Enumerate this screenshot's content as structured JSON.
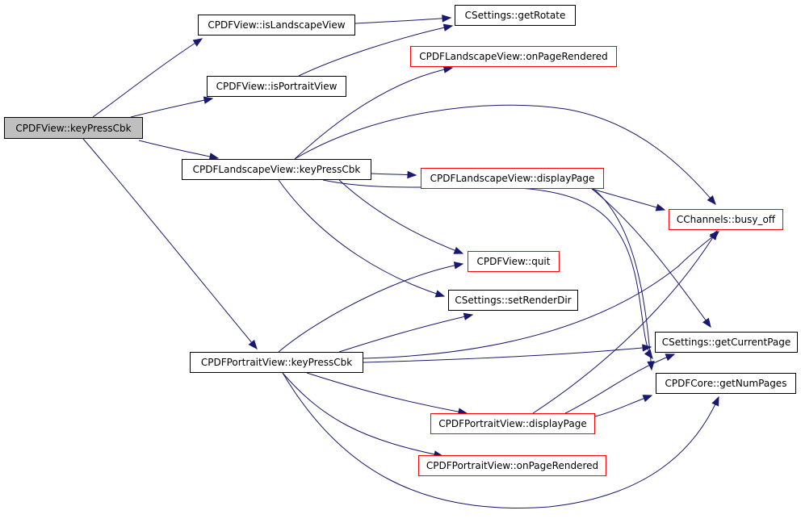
{
  "graph": {
    "colors": {
      "edge": "#191970",
      "border_default": "#000000",
      "border_undocumented": "#ff0000",
      "root_fill": "#bfbfbf"
    },
    "nodes": [
      {
        "id": "root",
        "label": "CPDFView::keyPressCbk",
        "style": "root"
      },
      {
        "id": "isLandscape",
        "label": "CPDFView::isLandscapeView",
        "style": "normal"
      },
      {
        "id": "getRotate",
        "label": "CSettings::getRotate",
        "style": "normal"
      },
      {
        "id": "lsOnPage",
        "label": "CPDFLandscapeView::onPageRendered",
        "style": "red"
      },
      {
        "id": "isPortrait",
        "label": "CPDFView::isPortraitView",
        "style": "normal"
      },
      {
        "id": "lsKey",
        "label": "CPDFLandscapeView::keyPressCbk",
        "style": "normal"
      },
      {
        "id": "lsDisplay",
        "label": "CPDFLandscapeView::displayPage",
        "style": "red"
      },
      {
        "id": "busyOff",
        "label": "CChannels::busy_off",
        "style": "red"
      },
      {
        "id": "quit",
        "label": "CPDFView::quit",
        "style": "red"
      },
      {
        "id": "setRender",
        "label": "CSettings::setRenderDir",
        "style": "normal"
      },
      {
        "id": "getCur",
        "label": "CSettings::getCurrentPage",
        "style": "normal"
      },
      {
        "id": "ptKey",
        "label": "CPDFPortraitView::keyPressCbk",
        "style": "normal"
      },
      {
        "id": "getNum",
        "label": "CPDFCore::getNumPages",
        "style": "normal"
      },
      {
        "id": "ptDisplay",
        "label": "CPDFPortraitView::displayPage",
        "style": "red"
      },
      {
        "id": "ptOnPage",
        "label": "CPDFPortraitView::onPageRendered",
        "style": "red"
      }
    ],
    "edges": [
      {
        "from": "root",
        "to": "isLandscape"
      },
      {
        "from": "root",
        "to": "isPortrait"
      },
      {
        "from": "root",
        "to": "lsKey"
      },
      {
        "from": "root",
        "to": "ptKey"
      },
      {
        "from": "isLandscape",
        "to": "getRotate"
      },
      {
        "from": "isPortrait",
        "to": "getRotate"
      },
      {
        "from": "lsKey",
        "to": "lsOnPage"
      },
      {
        "from": "lsKey",
        "to": "lsDisplay"
      },
      {
        "from": "lsKey",
        "to": "busyOff"
      },
      {
        "from": "lsKey",
        "to": "quit"
      },
      {
        "from": "lsKey",
        "to": "setRender"
      },
      {
        "from": "lsKey",
        "to": "getNum"
      },
      {
        "from": "lsDisplay",
        "to": "busyOff"
      },
      {
        "from": "lsDisplay",
        "to": "getCur"
      },
      {
        "from": "lsDisplay",
        "to": "getNum"
      },
      {
        "from": "ptKey",
        "to": "quit"
      },
      {
        "from": "ptKey",
        "to": "setRender"
      },
      {
        "from": "ptKey",
        "to": "busyOff"
      },
      {
        "from": "ptKey",
        "to": "getCur"
      },
      {
        "from": "ptKey",
        "to": "ptDisplay"
      },
      {
        "from": "ptKey",
        "to": "ptOnPage"
      },
      {
        "from": "ptKey",
        "to": "getNum"
      },
      {
        "from": "ptDisplay",
        "to": "busyOff"
      },
      {
        "from": "ptDisplay",
        "to": "getCur"
      },
      {
        "from": "ptDisplay",
        "to": "getNum"
      }
    ]
  }
}
